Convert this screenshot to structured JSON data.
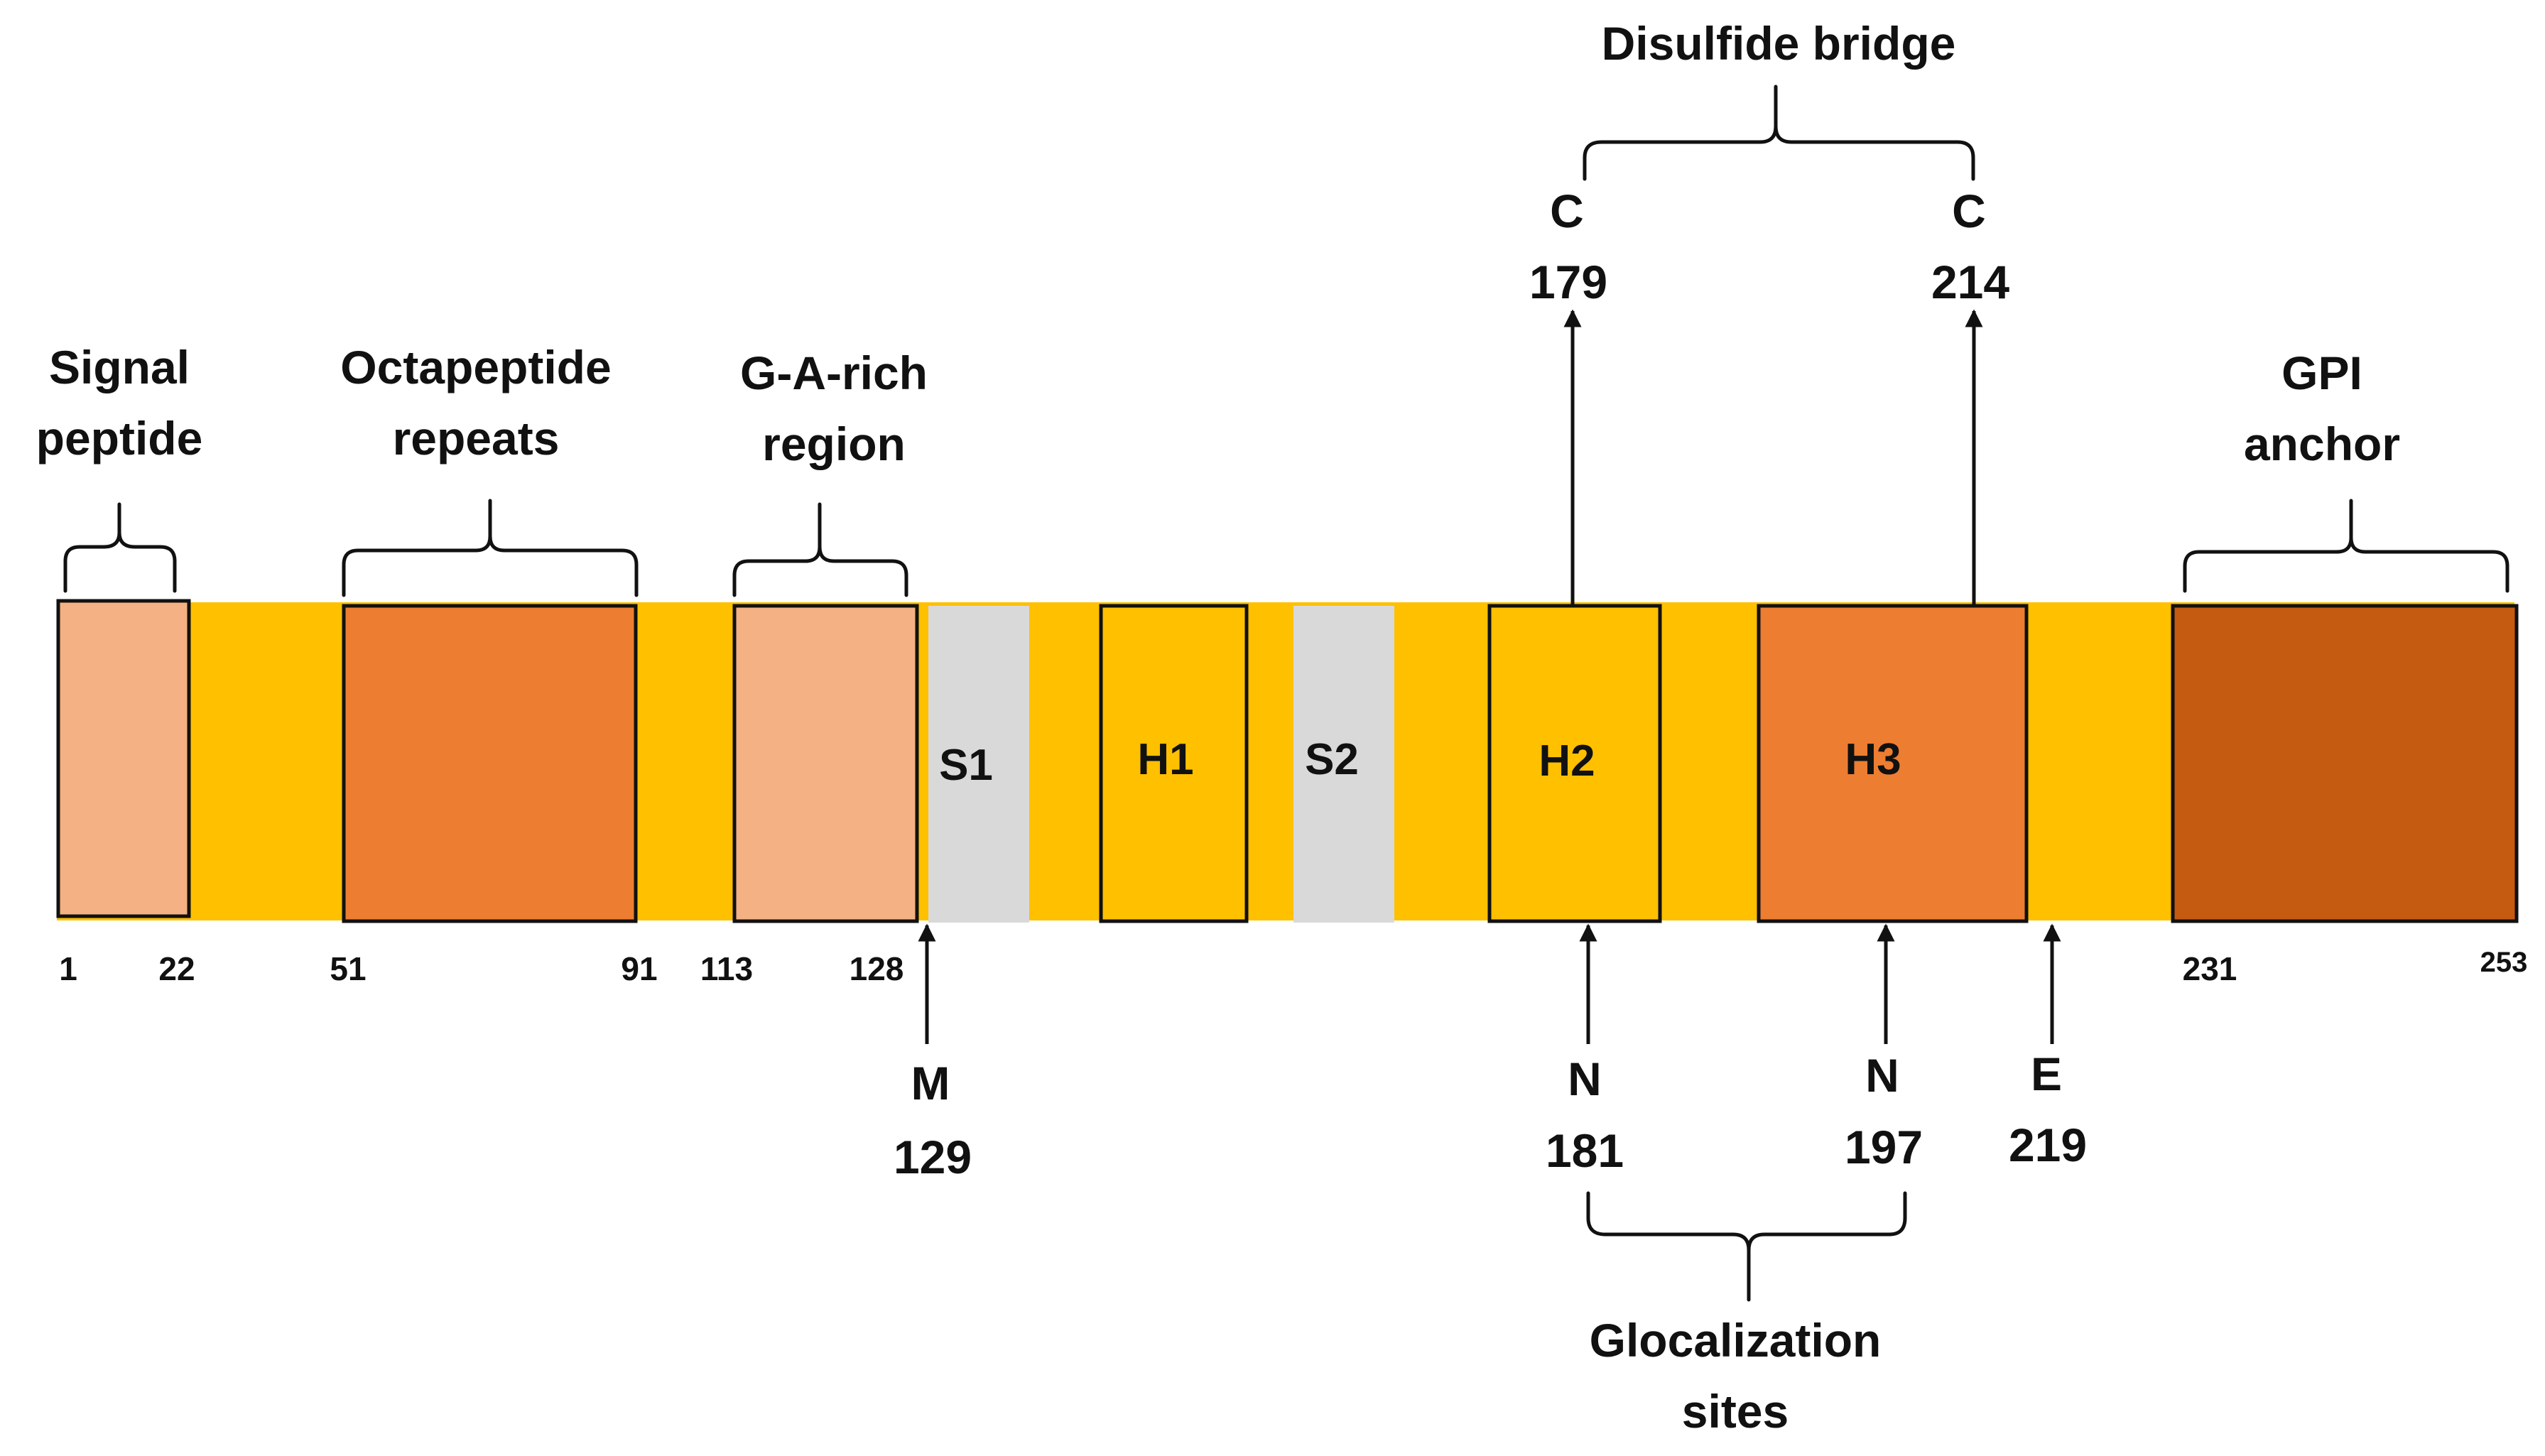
{
  "colors": {
    "backbone": "#FFC000",
    "light_orange": "#F4B183",
    "orange": "#ED7D31",
    "grey": "#D9D9D9",
    "dark_orange": "#C55A11",
    "outline": "#111111"
  },
  "regions": {
    "signal_peptide": [
      "Signal",
      "peptide"
    ],
    "octapeptide_repeats": [
      "Octapeptide",
      "repeats"
    ],
    "ga_rich_region": [
      "G-A-rich",
      "region"
    ],
    "gpi_anchor": [
      "GPI",
      "anchor"
    ]
  },
  "domains": {
    "s1": "S1",
    "h1": "H1",
    "s2": "S2",
    "h2": "H2",
    "h3": "H3"
  },
  "positions": [
    "1",
    "22",
    "51",
    "91",
    "113",
    "128",
    "231",
    "253"
  ],
  "disulfide_bridge": {
    "title": "Disulfide bridge",
    "residue_a": {
      "aa": "C",
      "num": "179"
    },
    "residue_b": {
      "aa": "C",
      "num": "214"
    }
  },
  "markers": {
    "m129": {
      "aa": "M",
      "num": "129"
    },
    "e219": {
      "aa": "E",
      "num": "219"
    }
  },
  "glycosylation": {
    "title": [
      "Glocalization",
      "sites"
    ],
    "site_a": {
      "aa": "N",
      "num": "181"
    },
    "site_b": {
      "aa": "N",
      "num": "197"
    }
  }
}
